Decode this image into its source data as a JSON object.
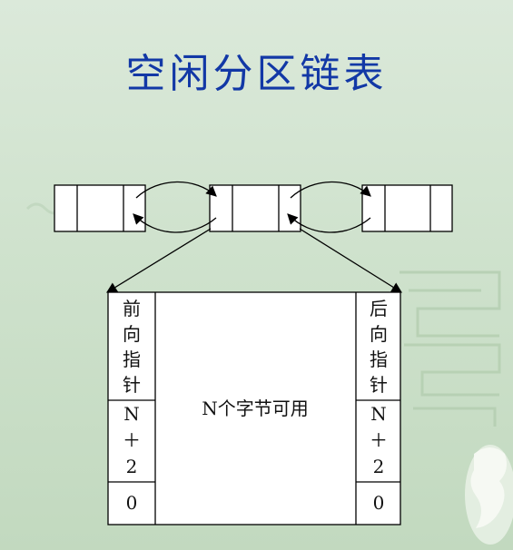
{
  "title": "空闲分区链表",
  "block": {
    "left_column": {
      "pointer_chars": [
        "前",
        "向",
        "指",
        "针"
      ],
      "size_chars": [
        "N",
        "＋",
        "2"
      ],
      "flag": "0"
    },
    "middle_text": "N个字节可用",
    "right_column": {
      "pointer_chars": [
        "后",
        "向",
        "指",
        "针"
      ],
      "size_chars": [
        "N",
        "＋",
        "2"
      ],
      "flag": "0"
    }
  },
  "colors": {
    "title": "#1238a6",
    "background": "#cfe2cd",
    "decoration": "#b3cdb0"
  }
}
